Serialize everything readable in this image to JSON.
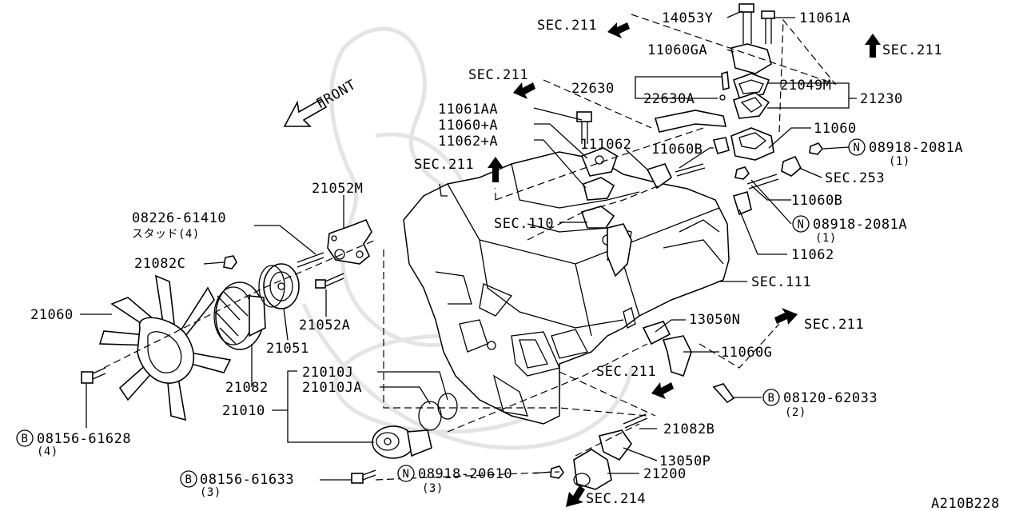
{
  "diagram_code": "A210B228",
  "front_label": "FRONT",
  "labels": {
    "p14053Y": "14053Y",
    "p11061A": "11061A",
    "sec211_top": "SEC.211",
    "sec211_topright": "SEC.211",
    "p11060GA": "11060GA",
    "sec211_b": "SEC.211",
    "p22630": "22630",
    "p22630A": "22630A",
    "p21049M": "21049M",
    "p21230": "21230",
    "p11061AA": "11061AA",
    "p11060pA": "11060+A",
    "p11062pA": "11062+A",
    "p111062": "111062",
    "p11060B_a": "11060B",
    "p11060": "11060",
    "n08918_2081A_a": "08918-2081A",
    "n08918_2081A_a_qty": "(1)",
    "sec211_c": "SEC.211",
    "sec253": "SEC.253",
    "p11060B_b": "11060B",
    "sec110": "SEC.110",
    "n08918_2081A_b": "08918-2081A",
    "n08918_2081A_b_qty": "(1)",
    "p11062": "11062",
    "p21052M": "21052M",
    "p08226": "08226-61410",
    "stud": "スタッド(4)",
    "p21082C": "21082C",
    "sec111": "SEC.111",
    "p21060": "21060",
    "p21052A": "21052A",
    "p13050N": "13050N",
    "sec211_d": "SEC.211",
    "p21051": "21051",
    "p11060G": "11060G",
    "sec211_e": "SEC.211",
    "p21010J": "21010J",
    "p21010JA": "21010JA",
    "p21082": "21082",
    "b08120": "08120-62033",
    "b08120_qty": "(2)",
    "p21010": "21010",
    "p21082B": "21082B",
    "b08156_61628": "08156-61628",
    "b08156_61628_qty": "(4)",
    "p13050P": "13050P",
    "b08156_61633": "08156-61633",
    "b08156_61633_qty": "(3)",
    "n08918_20610": "08918-20610",
    "n08918_20610_qty": "(3)",
    "p21200": "21200",
    "sec214": "SEC.214",
    "prefix_N": "N",
    "prefix_B": "B"
  }
}
